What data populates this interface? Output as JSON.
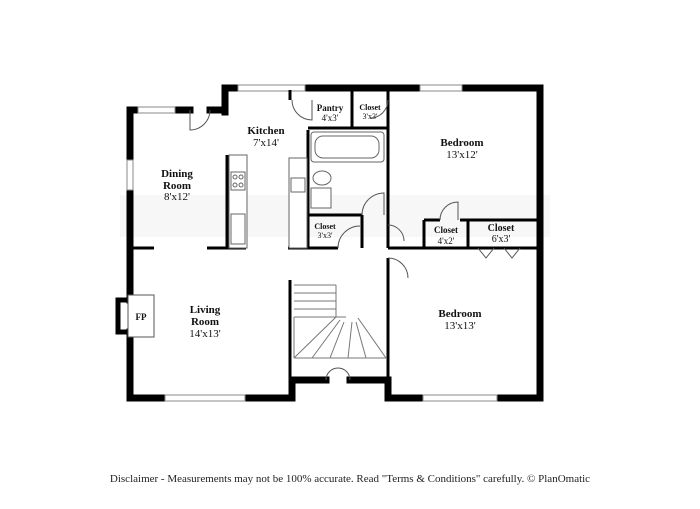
{
  "rooms": {
    "dining": {
      "name_1": "Dining",
      "name_2": "Room",
      "size": "8'x12'"
    },
    "kitchen": {
      "name": "Kitchen",
      "size": "7'x14'"
    },
    "pantry": {
      "name": "Pantry",
      "size": "4'x3'"
    },
    "closet_top": {
      "name": "Closet",
      "size": "3'x3'"
    },
    "bedroom_1": {
      "name": "Bedroom",
      "size": "13'x12'"
    },
    "closet_hall": {
      "name": "Closet",
      "size": "3'x3'"
    },
    "closet_small": {
      "name": "Closet",
      "size": "4'x2'"
    },
    "closet_wide": {
      "name": "Closet",
      "size": "6'x3'"
    },
    "living": {
      "name_1": "Living",
      "name_2": "Room",
      "size": "14'x13'"
    },
    "bedroom_2": {
      "name": "Bedroom",
      "size": "13'x13'"
    }
  },
  "fireplace": {
    "label": "FP"
  },
  "disclaimer": "Disclaimer - Measurements may not be 100% accurate. Read \"Terms & Conditions\" carefully. © PlanOmatic"
}
